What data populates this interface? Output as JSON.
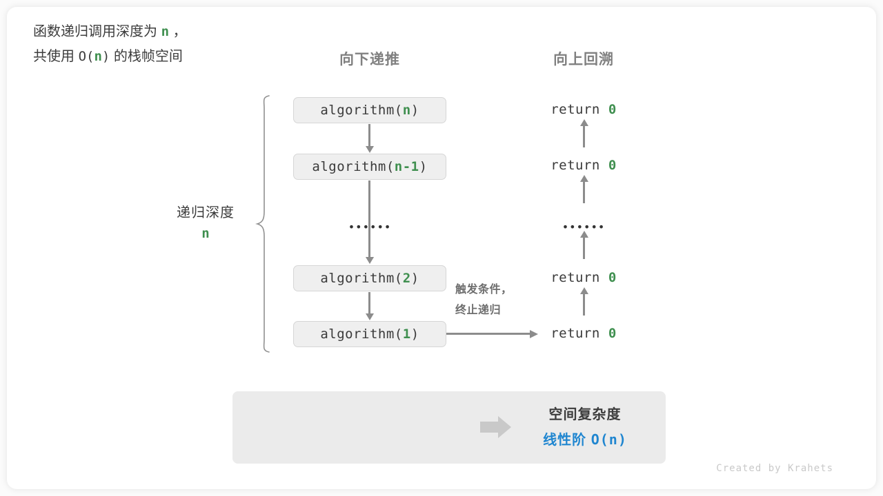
{
  "columns": {
    "down_header": "向下递推",
    "up_header": "向上回溯"
  },
  "call_stack": [
    {
      "prefix": "algorithm(",
      "arg": "n",
      "suffix": ")"
    },
    {
      "prefix": "algorithm(",
      "arg": "n-1",
      "suffix": ")"
    },
    {
      "prefix": "algorithm(",
      "arg": "2",
      "suffix": ")"
    },
    {
      "prefix": "algorithm(",
      "arg": "1",
      "suffix": ")"
    }
  ],
  "ellipsis": "••••••",
  "returns": [
    {
      "keyword": "return",
      "value": "0"
    },
    {
      "keyword": "return",
      "value": "0"
    },
    {
      "keyword": "return",
      "value": "0"
    },
    {
      "keyword": "return",
      "value": "0"
    }
  ],
  "depth": {
    "label": "递归深度",
    "value": "n"
  },
  "trigger": {
    "line1": "触发条件，",
    "line2": "终止递归"
  },
  "summary": {
    "left_line1_a": "函数递归调用深度为",
    "left_line1_n": "n",
    "left_line1_b": "，",
    "left_line2_a": "共使用",
    "left_line2_o": "O(",
    "left_line2_n": "n",
    "left_line2_c": ")",
    "left_line2_b": "的栈帧空间",
    "right_title": "空间复杂度",
    "right_value_label": "线性阶",
    "right_value_notation": "O(n)"
  },
  "footer": "Created by Krahets",
  "colors": {
    "green": "#3f8f4f",
    "blue": "#2086d0",
    "gray_text": "#3c3c3c",
    "header_gray": "#808080",
    "arrow_gray": "#8c8c8c",
    "box_fill": "#efefef",
    "panel_fill": "#ebebeb"
  }
}
